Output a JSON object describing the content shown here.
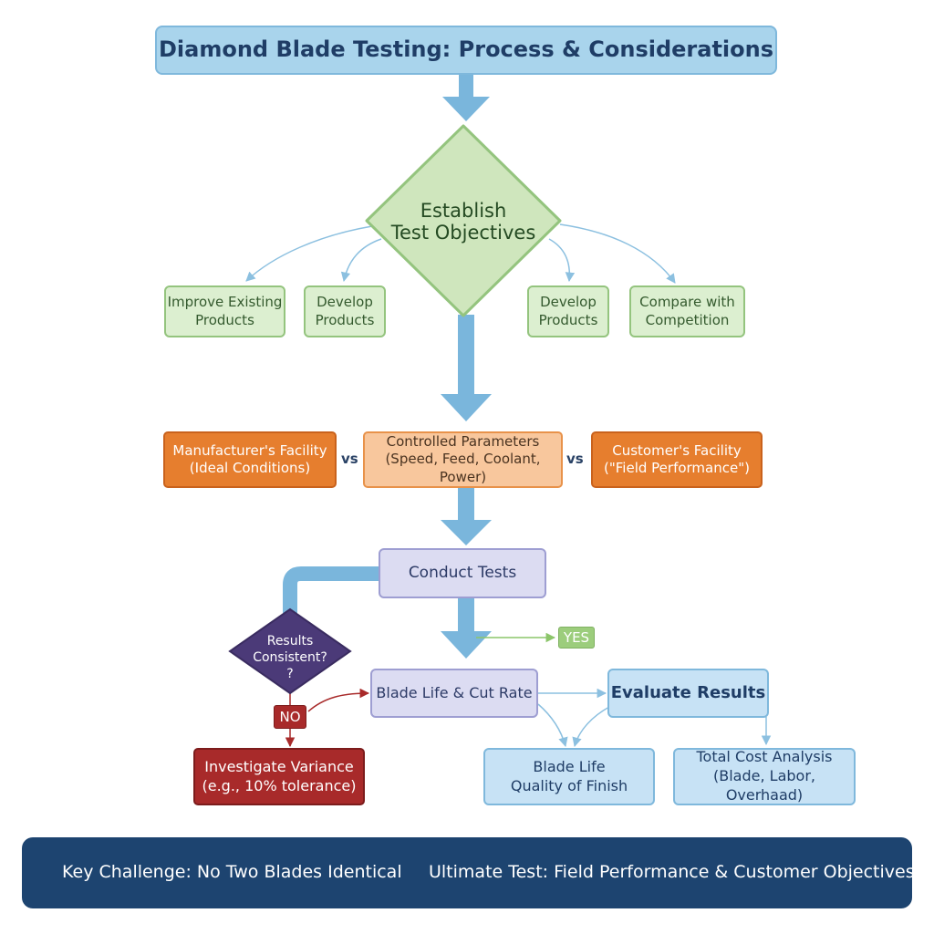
{
  "title": "Diamond Blade Testing: Process & Considerations",
  "objective": {
    "line1": "Establish",
    "line2": "Test Objectives",
    "options": [
      {
        "line1": "Improve Existing",
        "line2": "Products"
      },
      {
        "line1": "Develop",
        "line2": "Products"
      },
      {
        "line1": "Develop",
        "line2": "Products"
      },
      {
        "line1": "Compare with",
        "line2": "Competition"
      }
    ]
  },
  "settings": {
    "manufacturer": {
      "line1": "Manufacturer's Facility",
      "line2": "(Ideal Conditions)"
    },
    "vs_left": "vs",
    "controlled": {
      "line1": "Controlled Parameters",
      "line2": "(Speed, Feed, Coolant, Power)"
    },
    "vs_right": "vs",
    "customer": {
      "line1": "Customer's Facility",
      "line2": "(\"Field Performance\")"
    }
  },
  "conduct_tests": "Conduct Tests",
  "decision": {
    "line1": "Results",
    "line2": "Consistent?",
    "line3": "?"
  },
  "yes_label": "YES",
  "no_label": "NO",
  "blade_life_cut_rate": "Blade Life & Cut Rate",
  "evaluate_results": "Evaluate Results",
  "investigate": {
    "line1": "Investigate Variance",
    "line2": "(e.g., 10% tolerance)"
  },
  "blade_life_quality": {
    "line1": "Blade Life",
    "line2": "Quality of Finish"
  },
  "total_cost": {
    "line1": "Total Cost Analysis",
    "line2": "(Blade, Labor, Overhaad)"
  },
  "footer": {
    "left": "Key Challenge: No Two Blades Identical",
    "right": "Ultimate Test: Field Performance & Customer  Objectives"
  },
  "colors": {
    "arrow_blue": "#7ab6dc",
    "diamond_green": "#cfe6bd",
    "decision_purple": "#4b3a78",
    "footer_navy": "#1d4470"
  }
}
